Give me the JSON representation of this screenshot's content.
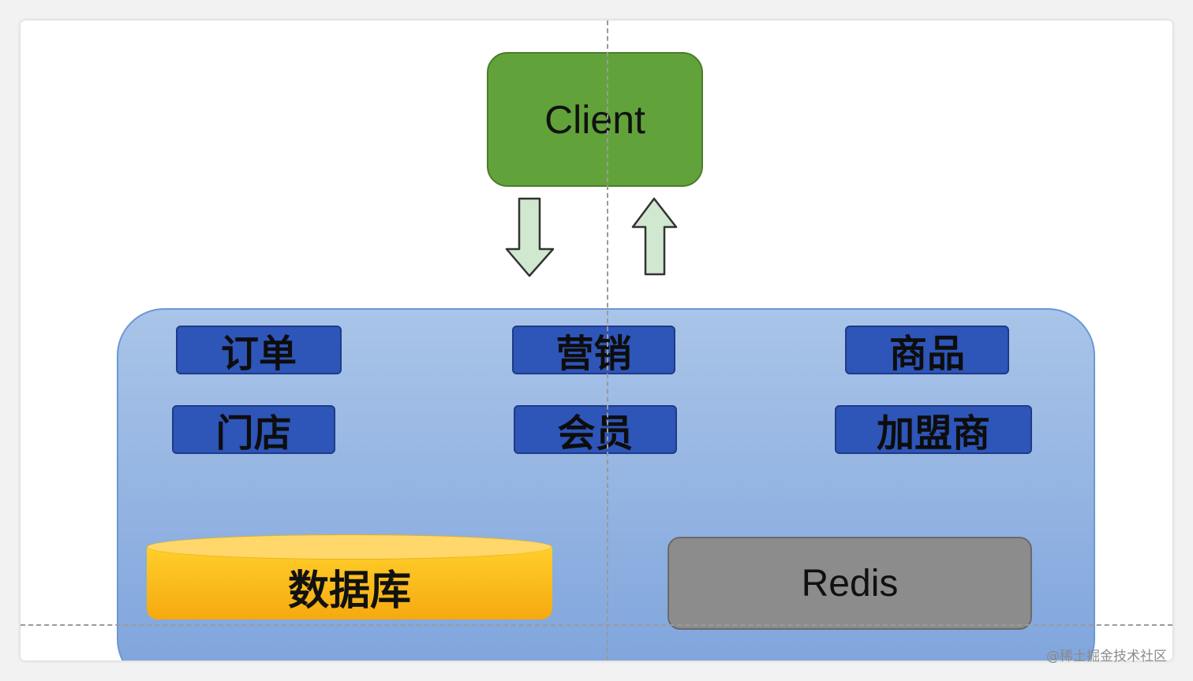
{
  "client": {
    "label": "Client"
  },
  "modules": {
    "order": "订单",
    "marketing": "营销",
    "goods": "商品",
    "store": "门店",
    "member": "会员",
    "franchisee": "加盟商"
  },
  "storage": {
    "database": "数据库",
    "redis": "Redis"
  },
  "watermark": "@稀土掘金技术社区",
  "colors": {
    "client_fill": "#62a23a",
    "system_fill": "#8fb1e2",
    "module_fill": "#2e55b8",
    "database_fill": "#fbbc18",
    "redis_fill": "#8c8c8c",
    "arrow_fill": "#cfe8cf"
  },
  "icons": {
    "request_arrow": "down-arrow-icon",
    "response_arrow": "up-arrow-icon",
    "database": "cylinder-icon"
  }
}
